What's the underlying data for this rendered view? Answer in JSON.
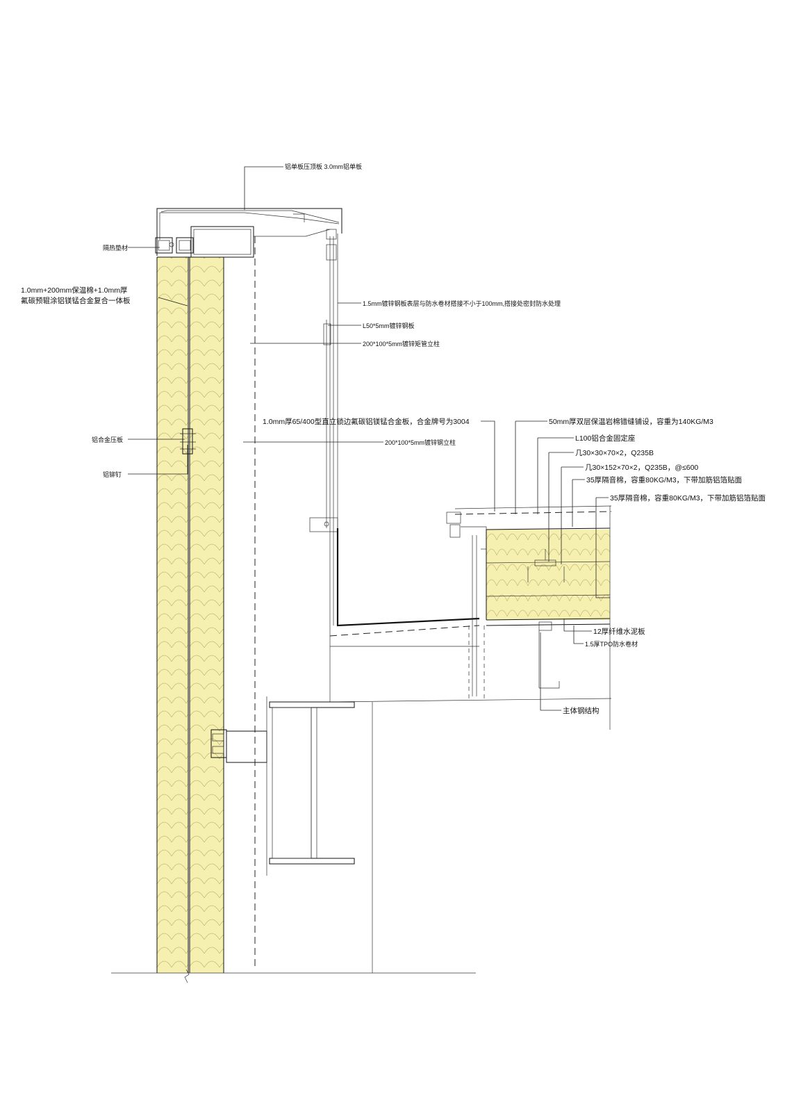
{
  "labels": {
    "top_panel": "铝单板压顶板 3.0mm铝单板",
    "thermal_break": "隔热垫材",
    "wall_panel_line1": "1.0mm+200mm保温棉+1.0mm厚",
    "wall_panel_line2": "氟碳预辊涂铝镁锰合金复合一体板",
    "tpo_steel": "1.5mm镀锌钢板表层与防水卷材搭接不小于100mm,搭接处密封防水处理",
    "steel_plate": "L50*5mm镀锌钢板",
    "steel_post_top": "200*100*5mm镀锌矩管立柱",
    "roof_sheet": "1.0mm厚65/400型直立锁边氟碳铝镁锰合金板，合金牌号为3004",
    "steel_post_mid": "200*100*5mm镀锌钢立柱",
    "clip_plate": "铝合金压板",
    "rivet": "铝铆钉",
    "rock_wool": "50mm厚双层保温岩棉错缝铺设，容重为140KG/M3",
    "alloy_support": "L100铝合金固定座",
    "purlin1": "几30×30×70×2，Q235B",
    "purlin2": "几30×152×70×2，Q235B，@≤600",
    "acoustic1": "35厚隔音棉，容重80KG/M3，下带加筋铝箔贴面",
    "acoustic2": "35厚隔音棉，容重80KG/M3，下带加筋铝箔贴面",
    "cement_board": "12厚纤维水泥板",
    "tpo": "1.5厚TPO防水卷材",
    "steel_structure": "主体钢结构"
  },
  "colors": {
    "insulation_fill": "#f6f0b0",
    "insulation_curve": "#c8b877",
    "line": "#111111"
  }
}
